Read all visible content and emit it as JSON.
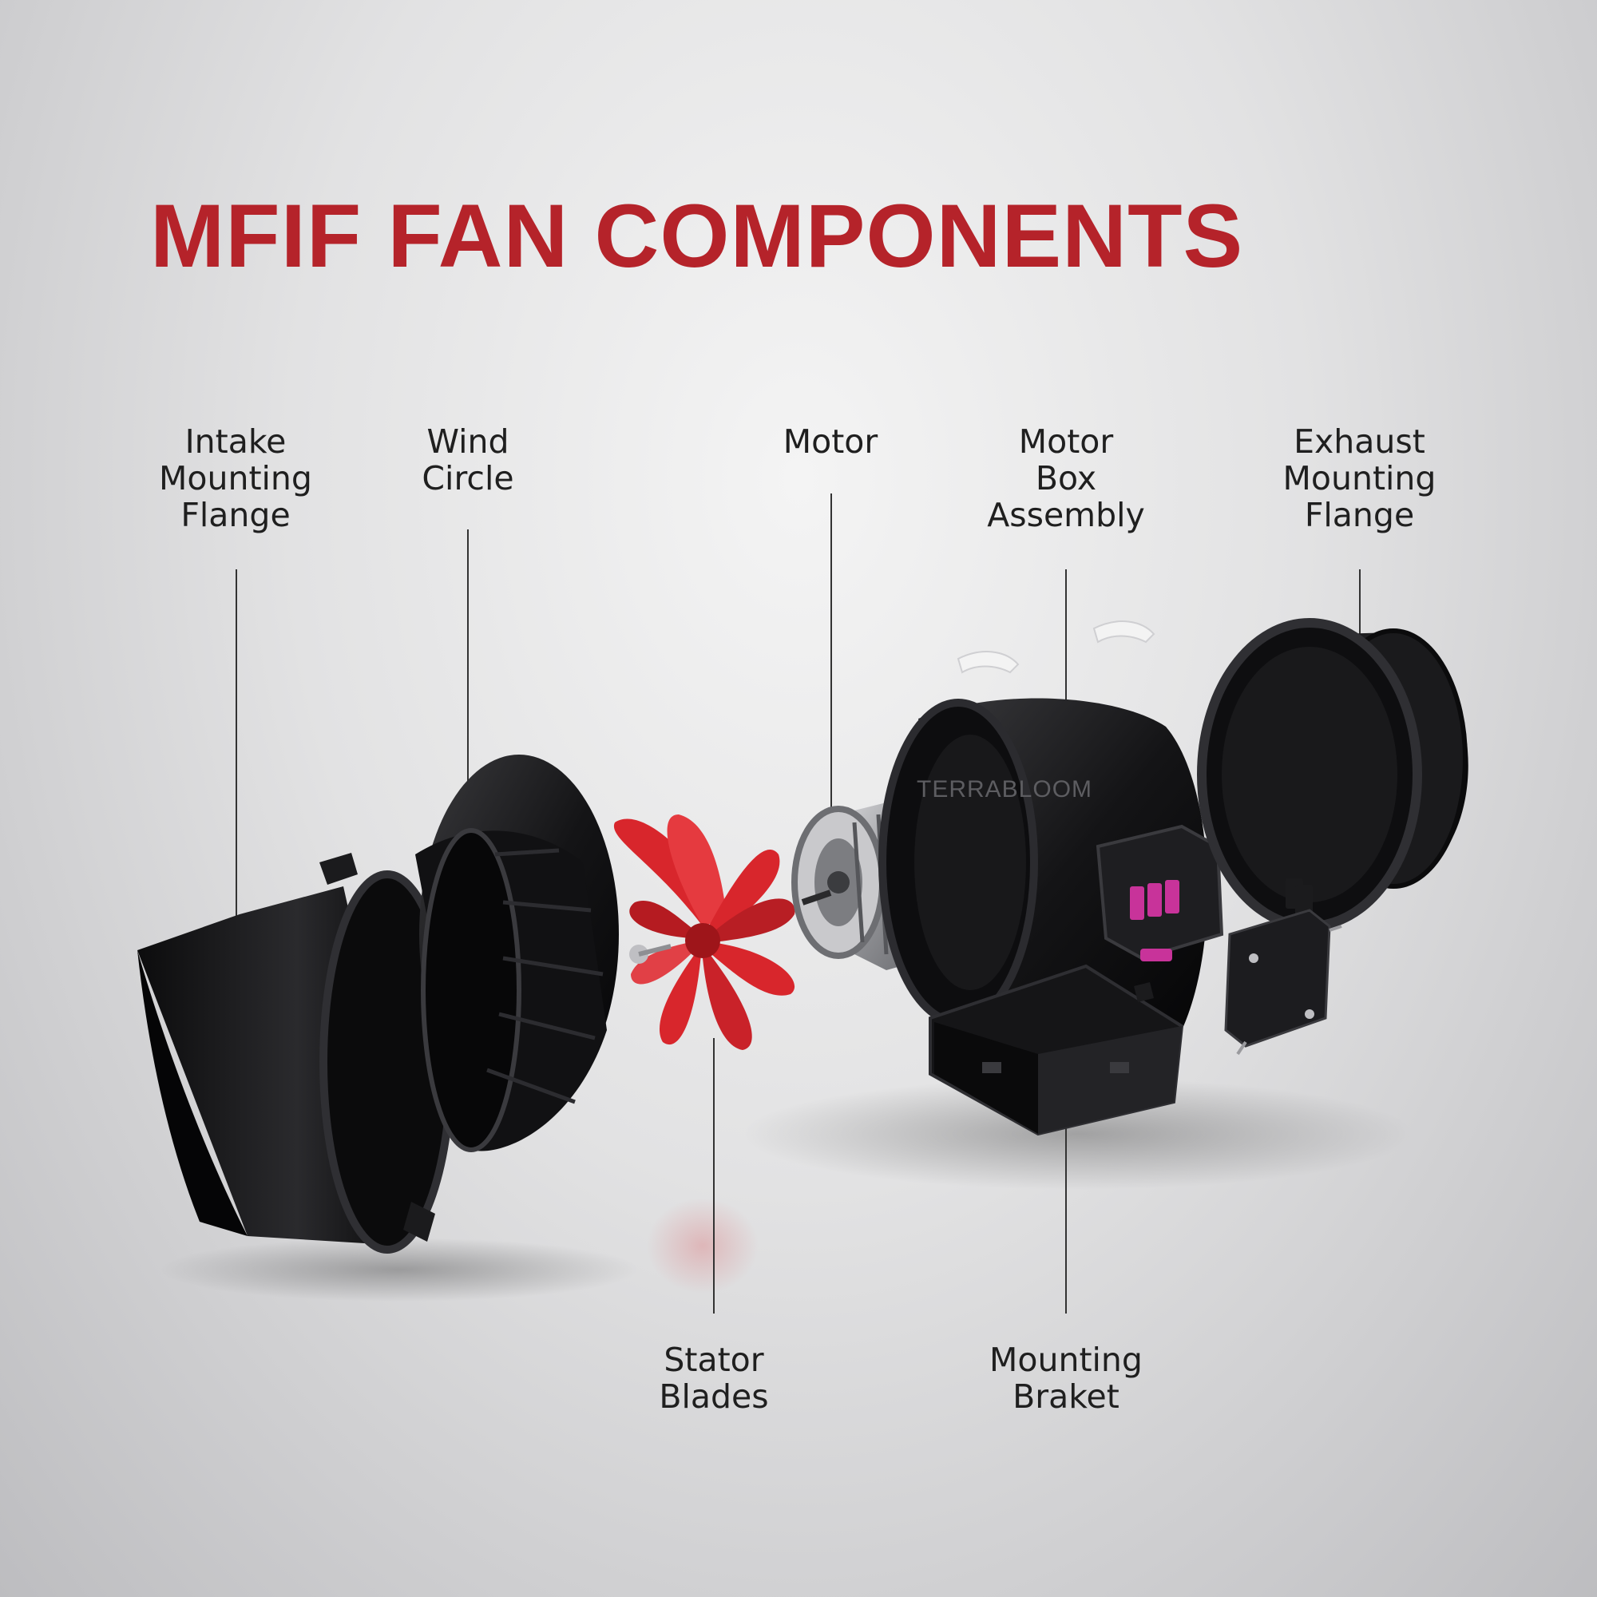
{
  "title": "MFIF FAN COMPONENTS",
  "brand_mark": "TERRABLOOM",
  "colors": {
    "title": "#b5232a",
    "fan_red": "#d8262c",
    "part_black": "#1a1a1c",
    "connector_magenta": "#c8339a",
    "leader_line": "#333333"
  },
  "labels": {
    "intake_flange": [
      "Intake",
      "Mounting",
      "Flange"
    ],
    "wind_circle": [
      "Wind",
      "Circle"
    ],
    "motor": [
      "Motor"
    ],
    "motor_box": [
      "Motor",
      "Box",
      "Assembly"
    ],
    "exhaust_flange": [
      "Exhaust",
      "Mounting",
      "Flange"
    ],
    "stator_blades": [
      "Stator",
      "Blades"
    ],
    "mounting_braket": [
      "Mounting",
      "Braket"
    ]
  }
}
